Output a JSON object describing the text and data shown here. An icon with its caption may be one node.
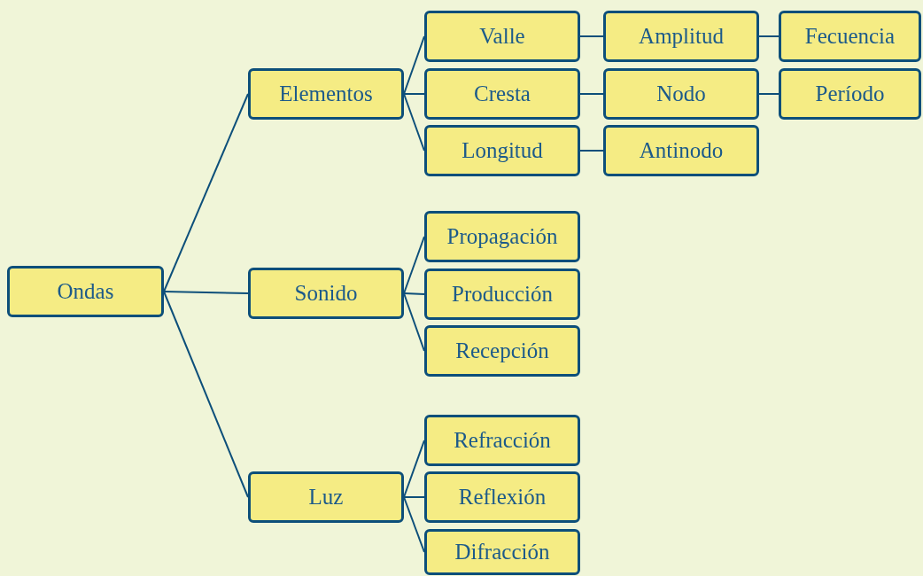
{
  "diagram": {
    "nodes": [
      {
        "text": [
          "Ondas"
        ]
      },
      {
        "text": [
          "Elementos"
        ]
      },
      {
        "text": [
          "Sonido"
        ]
      },
      {
        "text": [
          "Luz"
        ]
      },
      {
        "text": [
          "Valle"
        ]
      },
      {
        "text": [
          "Cresta"
        ]
      },
      {
        "text": [
          "Longitud"
        ]
      },
      {
        "text": [
          "Amplitud"
        ]
      },
      {
        "text": [
          "Fecuencia"
        ]
      },
      {
        "text": [
          "Nodo"
        ]
      },
      {
        "text": [
          "Período"
        ]
      },
      {
        "text": [
          "Antinodo"
        ]
      },
      {
        "text": [
          "Propagación"
        ]
      },
      {
        "text": [
          "Producción"
        ]
      },
      {
        "text": [
          "Recepción"
        ]
      },
      {
        "text": [
          "Refracción"
        ]
      },
      {
        "text": [
          "Reflexión"
        ]
      },
      {
        "text": [
          "Difracción"
        ]
      }
    ],
    "edges": [
      {
        "from": 0,
        "to": 1,
        "arrow": "none"
      },
      {
        "from": 0,
        "to": 2,
        "arrow": "none"
      },
      {
        "from": 0,
        "to": 3,
        "arrow": "none"
      },
      {
        "from": 1,
        "to": 4,
        "arrow": "none"
      },
      {
        "from": 1,
        "to": 5,
        "arrow": "none"
      },
      {
        "from": 1,
        "to": 6,
        "arrow": "none"
      },
      {
        "from": 4,
        "to": 7,
        "arrow": "none"
      },
      {
        "from": 7,
        "to": 8,
        "arrow": "none"
      },
      {
        "from": 5,
        "to": 9,
        "arrow": "none"
      },
      {
        "from": 9,
        "to": 10,
        "arrow": "none"
      },
      {
        "from": 6,
        "to": 11,
        "arrow": "none"
      },
      {
        "from": 2,
        "to": 12,
        "arrow": "none"
      },
      {
        "from": 2,
        "to": 13,
        "arrow": "none"
      },
      {
        "from": 2,
        "to": 14,
        "arrow": "none"
      },
      {
        "from": 3,
        "to": 15,
        "arrow": "none"
      },
      {
        "from": 3,
        "to": 16,
        "arrow": "none"
      },
      {
        "from": 3,
        "to": 17,
        "arrow": "none"
      }
    ]
  }
}
